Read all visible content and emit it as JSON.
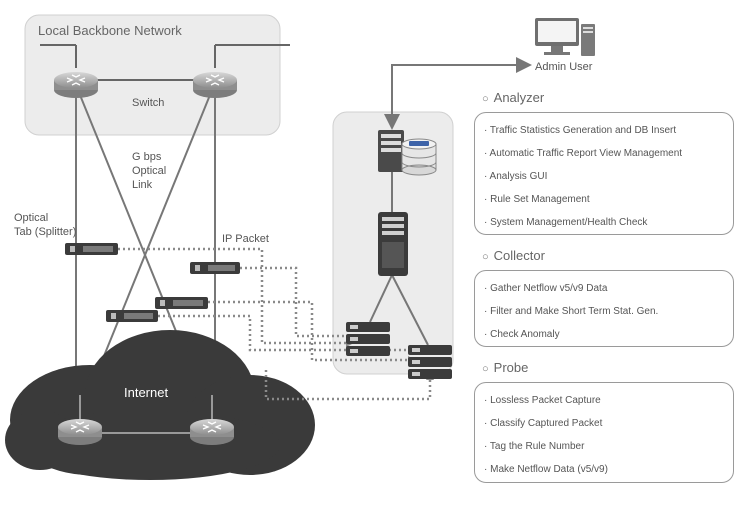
{
  "network": {
    "backbone_label": "Local Backbone Network",
    "switch_label": "Switch",
    "link_label": [
      "G bps",
      "Optical",
      "Link"
    ],
    "optical_tab_label": [
      "Optical",
      "Tab (Splitter)"
    ],
    "ip_packet_label": "IP Packet",
    "internet_label": "Internet",
    "admin_label": "Admin User"
  },
  "sections": [
    {
      "title": "Analyzer",
      "items": [
        "· Traffic Statistics Generation and DB Insert",
        "· Automatic Traffic Report View Management",
        "· Analysis GUI",
        "· Rule Set Management",
        "· System Management/Health Check"
      ]
    },
    {
      "title": "Collector",
      "items": [
        "· Gather Netflow v5/v9 Data",
        "· Filter and Make Short Term Stat. Gen.",
        "· Check Anomaly"
      ]
    },
    {
      "title": "Probe",
      "items": [
        "· Lossless Packet Capture",
        "· Classify Captured Packet",
        "· Tag the Rule Number",
        "· Make Netflow Data (v5/v9)"
      ]
    }
  ],
  "colors": {
    "line": "#777777",
    "dotted": "#8a8a8a",
    "backbone_bg": "#ececec",
    "cloud": "#3a3a3a",
    "server_box_bg": "#ececec",
    "device_dark": "#3b3b3b"
  }
}
